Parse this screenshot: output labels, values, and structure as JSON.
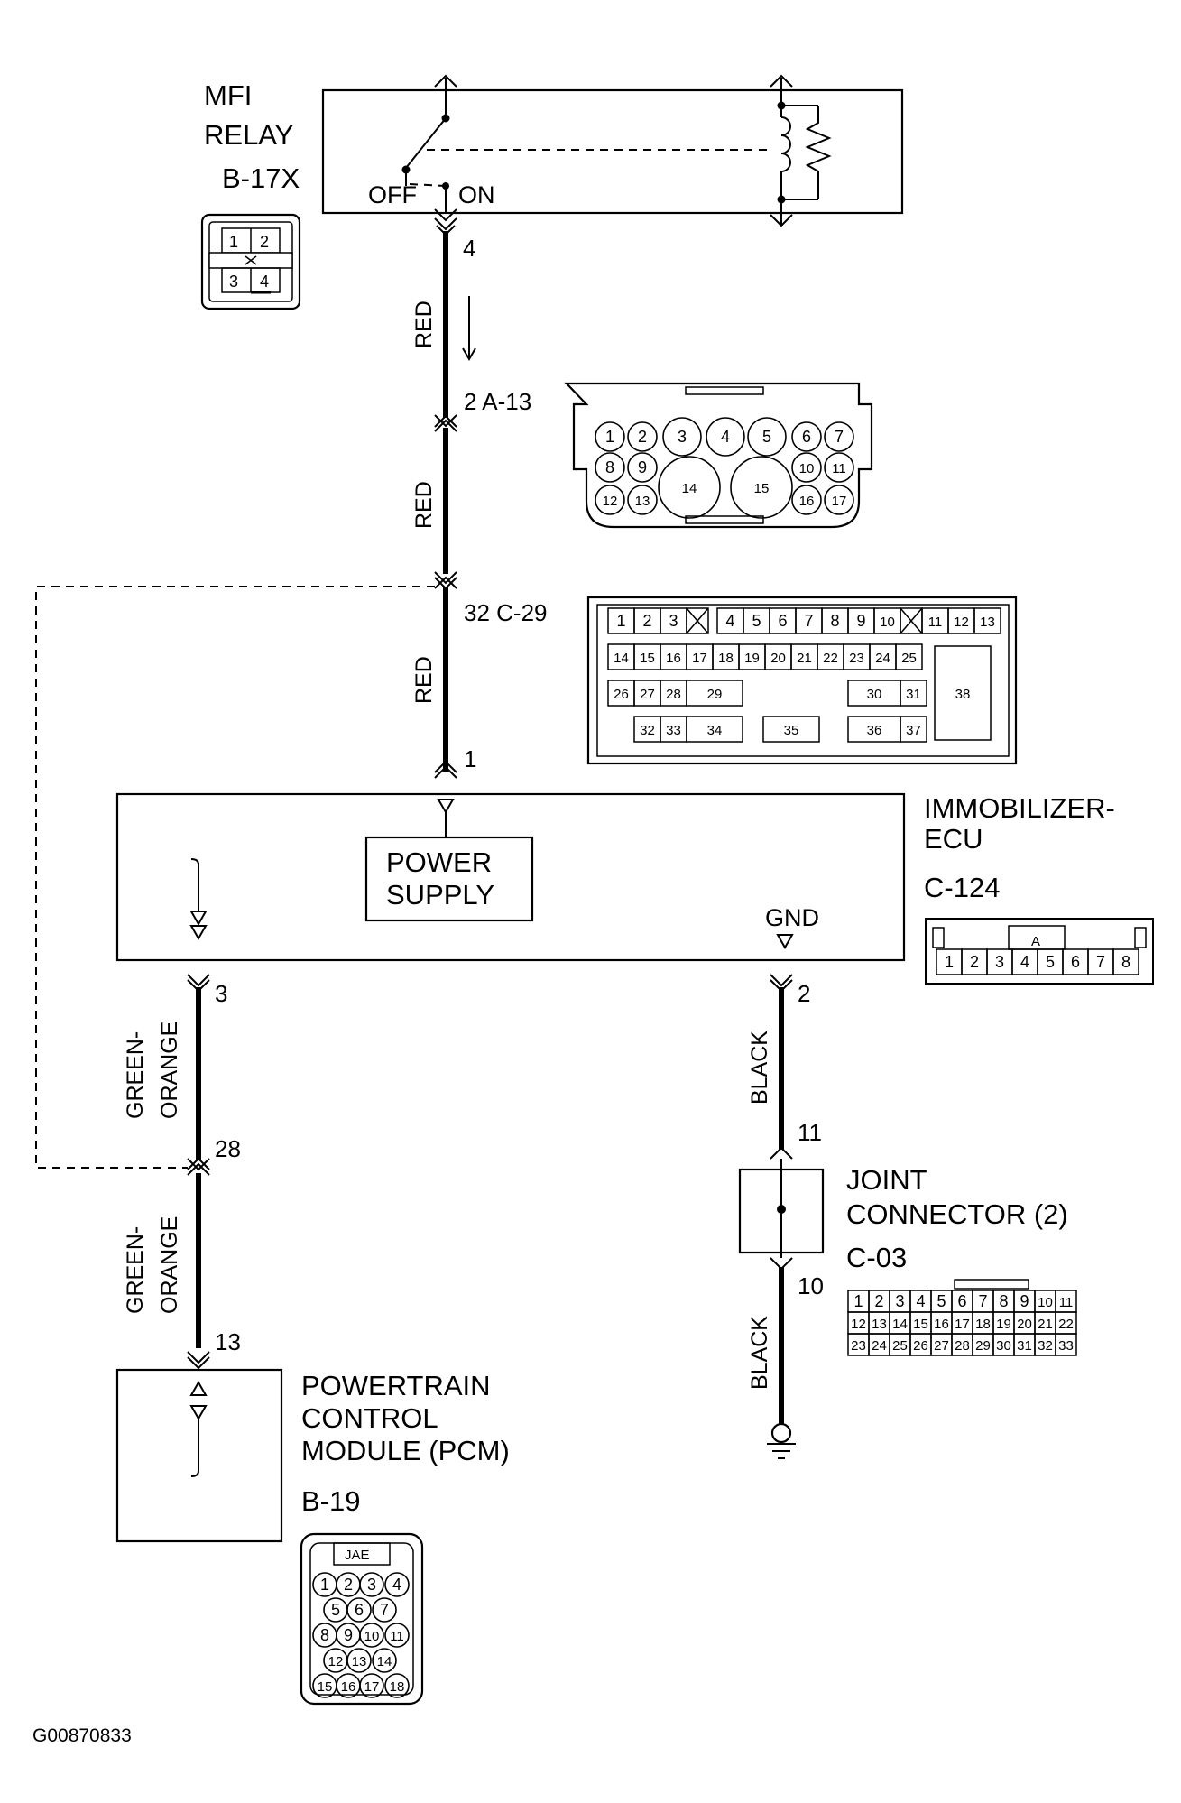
{
  "mfi_relay": {
    "name_line1": "MFI",
    "name_line2": "RELAY",
    "connector": "B-17X",
    "switch_off": "OFF",
    "switch_on": "ON",
    "pins": [
      "1",
      "2",
      "3",
      "4"
    ]
  },
  "wires": {
    "red_1": {
      "pin_top": "4",
      "color": "RED"
    },
    "a13": {
      "label": "2 A-13",
      "color": "RED"
    },
    "c29": {
      "label": "32 C-29",
      "color": "RED",
      "pin_bottom": "1"
    },
    "green_top": {
      "pin_top": "3",
      "color_line1": "GREEN-",
      "color_line2": "ORANGE",
      "pin_bottom": "28"
    },
    "green_bottom": {
      "color_line1": "GREEN-",
      "color_line2": "ORANGE",
      "pin_bottom": "13"
    },
    "black_top": {
      "pin_top": "2",
      "color": "BLACK",
      "pin_bottom": "11"
    },
    "black_bottom": {
      "pin_top": "10",
      "color": "BLACK"
    }
  },
  "a13_connector": {
    "row1": [
      "1",
      "2",
      "3",
      "4",
      "5",
      "6",
      "7"
    ],
    "row2": [
      "8",
      "9",
      "10",
      "11"
    ],
    "big": [
      "14",
      "15"
    ],
    "row3": [
      "12",
      "13",
      "16",
      "17"
    ]
  },
  "c29_connector": {
    "row1": [
      "1",
      "2",
      "3",
      "4",
      "5",
      "6",
      "7",
      "8",
      "9",
      "10",
      "11",
      "12",
      "13"
    ],
    "row2": [
      "14",
      "15",
      "16",
      "17",
      "18",
      "19",
      "20",
      "21",
      "22",
      "23",
      "24",
      "25"
    ],
    "row3": [
      "26",
      "27",
      "28",
      "29",
      "30",
      "31",
      "38"
    ],
    "row4": [
      "32",
      "33",
      "34",
      "35",
      "36",
      "37"
    ]
  },
  "immobilizer_ecu": {
    "name_line1": "IMMOBILIZER-",
    "name_line2": "ECU",
    "connector": "C-124",
    "power_supply_line1": "POWER",
    "power_supply_line2": "SUPPLY",
    "gnd": "GND",
    "key_label": "A",
    "pins": [
      "1",
      "2",
      "3",
      "4",
      "5",
      "6",
      "7",
      "8"
    ]
  },
  "joint_connector": {
    "name_line1": "JOINT",
    "name_line2": "CONNECTOR (2)",
    "connector": "C-03",
    "row1": [
      "1",
      "2",
      "3",
      "4",
      "5",
      "6",
      "7",
      "8",
      "9",
      "10",
      "11"
    ],
    "row2": [
      "12",
      "13",
      "14",
      "15",
      "16",
      "17",
      "18",
      "19",
      "20",
      "21",
      "22"
    ],
    "row3": [
      "23",
      "24",
      "25",
      "26",
      "27",
      "28",
      "29",
      "30",
      "31",
      "32",
      "33"
    ]
  },
  "pcm": {
    "name_line1": "POWERTRAIN",
    "name_line2": "CONTROL",
    "name_line3": "MODULE (PCM)",
    "connector": "B-19",
    "key_label": "JAE",
    "row1": [
      "1",
      "2",
      "3",
      "4"
    ],
    "row2": [
      "5",
      "6",
      "7"
    ],
    "row3": [
      "8",
      "9",
      "10",
      "11"
    ],
    "row4": [
      "12",
      "13",
      "14"
    ],
    "row5": [
      "15",
      "16",
      "17",
      "18"
    ]
  },
  "figure_id": "G00870833"
}
